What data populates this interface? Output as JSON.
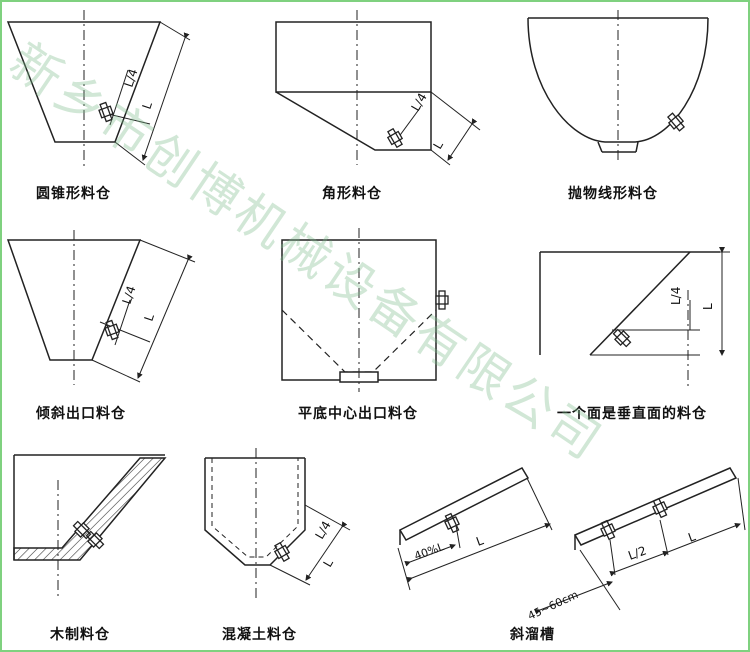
{
  "watermark": "新乡市创博机械设备有限公司",
  "panels": [
    {
      "id": "cone",
      "caption": "圆锥形料仓",
      "dim_small": "L/4",
      "dim_large": "L"
    },
    {
      "id": "angular",
      "caption": "角形料仓",
      "dim_small": "L/4",
      "dim_large": "L"
    },
    {
      "id": "parabolic",
      "caption": "抛物线形料仓"
    },
    {
      "id": "inclined-outlet",
      "caption": "倾斜出口料仓",
      "dim_small": "L/4",
      "dim_large": "L"
    },
    {
      "id": "flat-bottom",
      "caption": "平底中心出口料仓"
    },
    {
      "id": "vertical-face",
      "caption": "一个面是垂直面的料仓",
      "dim_small": "L/4",
      "dim_large": "L"
    },
    {
      "id": "wooden",
      "caption": "木制料仓"
    },
    {
      "id": "concrete",
      "caption": "混凝土料仓",
      "dim_small": "L/4",
      "dim_large": "L"
    },
    {
      "id": "chute",
      "caption": "斜溜槽",
      "dim_a": "40%L",
      "dim_b": "L",
      "dim_c": "L/2",
      "dim_d": "L",
      "dim_e": "45~60cm"
    }
  ]
}
